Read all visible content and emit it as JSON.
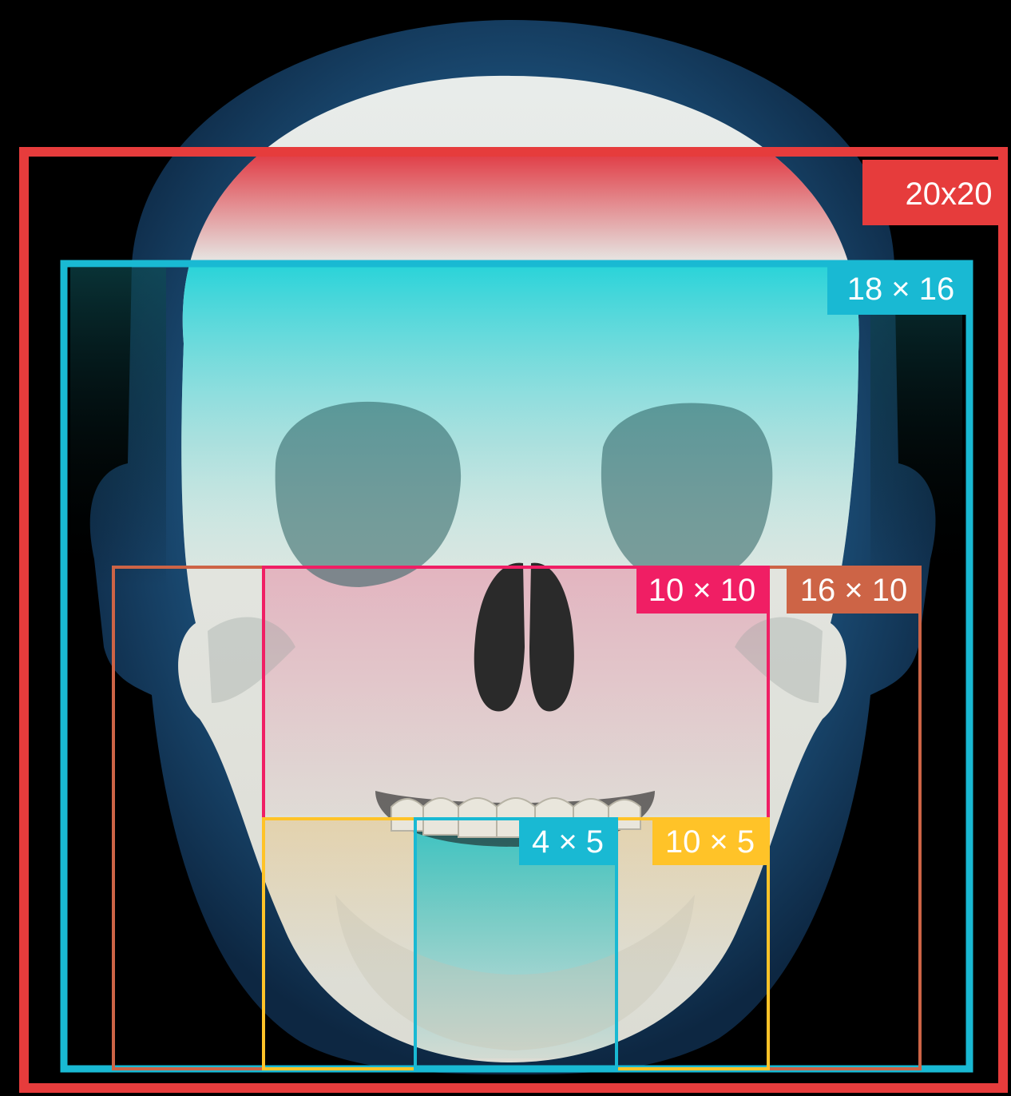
{
  "background": "#000000",
  "frames": [
    {
      "id": "outer",
      "label": "20x20",
      "color": "#e63c3c"
    },
    {
      "id": "head",
      "label": "18 × 16",
      "color": "#19b9d3"
    },
    {
      "id": "mid",
      "label": "16 × 10",
      "color": "#cd6446"
    },
    {
      "id": "nose",
      "label": "10 × 10",
      "color": "#f01e64"
    },
    {
      "id": "jaw",
      "label": "10 × 5",
      "color": "#ffc328"
    },
    {
      "id": "teeth",
      "label": "4 × 5",
      "color": "#19b9d3"
    }
  ]
}
